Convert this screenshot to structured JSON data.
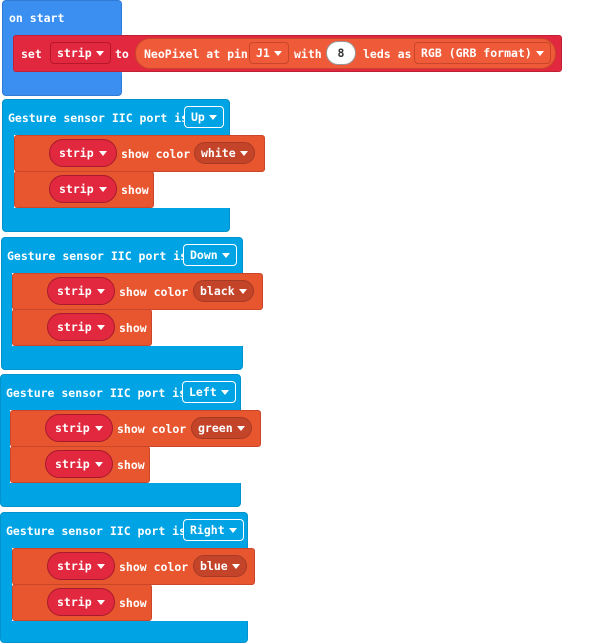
{
  "on_start": {
    "label": "on start",
    "set_label": "set",
    "variable": "strip",
    "to_label": "to",
    "neopixel_label": "NeoPixel at pin",
    "pin": "J1",
    "with_label": "with",
    "led_count": "8",
    "leds_as_label": "leds as",
    "format": "RGB (GRB format)"
  },
  "gesture_handlers": [
    {
      "label": "Gesture sensor IIC port is",
      "direction": "Up",
      "color_stmt": {
        "variable": "strip",
        "label": "show color",
        "color": "white"
      },
      "show_stmt": {
        "variable": "strip",
        "label": "show"
      }
    },
    {
      "label": "Gesture sensor IIC port is",
      "direction": "Down",
      "color_stmt": {
        "variable": "strip",
        "label": "show color",
        "color": "black"
      },
      "show_stmt": {
        "variable": "strip",
        "label": "show"
      }
    },
    {
      "label": "Gesture sensor IIC port is",
      "direction": "Left",
      "color_stmt": {
        "variable": "strip",
        "label": "show color",
        "color": "green"
      },
      "show_stmt": {
        "variable": "strip",
        "label": "show"
      }
    },
    {
      "label": "Gesture sensor IIC port is",
      "direction": "Right",
      "color_stmt": {
        "variable": "strip",
        "label": "show color",
        "color": "blue"
      },
      "show_stmt": {
        "variable": "strip",
        "label": "show"
      }
    }
  ],
  "colors": {
    "start": "#3b8ff0",
    "event": "#00a4e4",
    "neopixel": "#e8562f",
    "variable": "#e2283f"
  }
}
